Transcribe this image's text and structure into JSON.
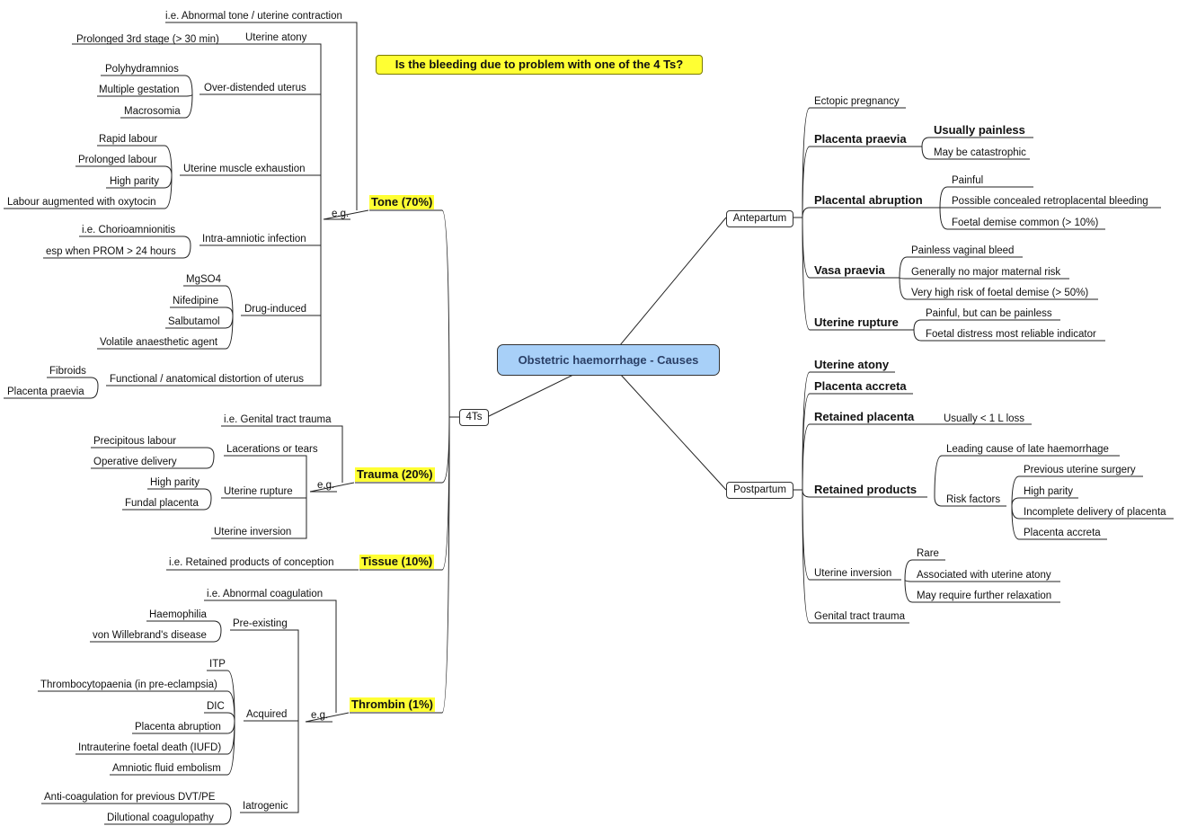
{
  "question": "Is the bleeding due to problem with one of the 4 Ts?",
  "root": "Obstetric haemorrhage - Causes",
  "fourTs": "4Ts",
  "eg": "e.g.",
  "tone": {
    "label": "Tone (70%)",
    "atony": "Uterine atony",
    "atony_ie": "i.e. Abnormal tone / uterine contraction",
    "atony_3rd": "Prolonged 3rd stage (> 30 min)",
    "overdistended": "Over-distended uterus",
    "overdistended_items": [
      "Polyhydramnios",
      "Multiple gestation",
      "Macrosomia"
    ],
    "exhaustion": "Uterine muscle exhaustion",
    "exhaustion_items": [
      "Rapid labour",
      "Prolonged labour",
      "High parity",
      "Labour augmented with oxytocin"
    ],
    "infection": "Intra-amniotic infection",
    "infection_items": [
      "i.e. Chorioamnionitis",
      "esp when PROM > 24 hours"
    ],
    "drug": "Drug-induced",
    "drug_items": [
      "MgSO4",
      "Nifedipine",
      "Salbutamol",
      "Volatile anaesthetic agent"
    ],
    "distortion": "Functional / anatomical distortion of uterus",
    "distortion_items": [
      "Fibroids",
      "Placenta praevia"
    ]
  },
  "trauma": {
    "label": "Trauma (20%)",
    "ie": "i.e. Genital tract trauma",
    "lacerations": "Lacerations or tears",
    "lacerations_items": [
      "Precipitous labour",
      "Operative delivery"
    ],
    "rupture": "Uterine rupture",
    "rupture_items": [
      "High parity",
      "Fundal placenta"
    ],
    "inversion": "Uterine inversion"
  },
  "tissue": {
    "label": "Tissue (10%)",
    "ie": "i.e. Retained products of conception"
  },
  "thrombin": {
    "label": "Thrombin (1%)",
    "ie": "i.e. Abnormal coagulation",
    "preexisting": "Pre-existing",
    "preexisting_items": [
      "Haemophilia",
      "von Willebrand's disease"
    ],
    "acquired": "Acquired",
    "acquired_items": [
      "ITP",
      "Thrombocytopaenia (in pre-eclampsia)",
      "DIC",
      "Placenta abruption",
      "Intrauterine foetal death (IUFD)",
      "Amniotic fluid embolism"
    ],
    "iatrogenic": "Iatrogenic",
    "iatrogenic_items": [
      "Anti-coagulation for previous DVT/PE",
      "Dilutional coagulopathy"
    ]
  },
  "antepartum": {
    "label": "Antepartum",
    "ectopic": "Ectopic pregnancy",
    "praevia": "Placenta praevia",
    "praevia_items": [
      "Usually painless",
      "May be catastrophic"
    ],
    "abruption": "Placental abruption",
    "abruption_items": [
      "Painful",
      "Possible concealed retroplacental bleeding",
      "Foetal demise common (> 10%)"
    ],
    "vasa": "Vasa praevia",
    "vasa_items": [
      "Painless vaginal bleed",
      "Generally no major maternal risk",
      "Very high risk of foetal demise (> 50%)"
    ],
    "rupture": "Uterine rupture",
    "rupture_items": [
      "Painful, but can be painless",
      "Foetal distress most reliable indicator"
    ]
  },
  "postpartum": {
    "label": "Postpartum",
    "atony": "Uterine atony",
    "accreta": "Placenta accreta",
    "retained_placenta": "Retained placenta",
    "retained_placenta_note": "Usually < 1 L loss",
    "retained_products": "Retained products",
    "leading_cause": "Leading cause of late haemorrhage",
    "risk_factors": "Risk factors",
    "risk_items": [
      "Previous uterine surgery",
      "High parity",
      "Incomplete delivery of placenta",
      "Placenta accreta"
    ],
    "inversion": "Uterine inversion",
    "inversion_items": [
      "Rare",
      "Associated with uterine atony",
      "May require further relaxation"
    ],
    "genital": "Genital tract trauma"
  }
}
